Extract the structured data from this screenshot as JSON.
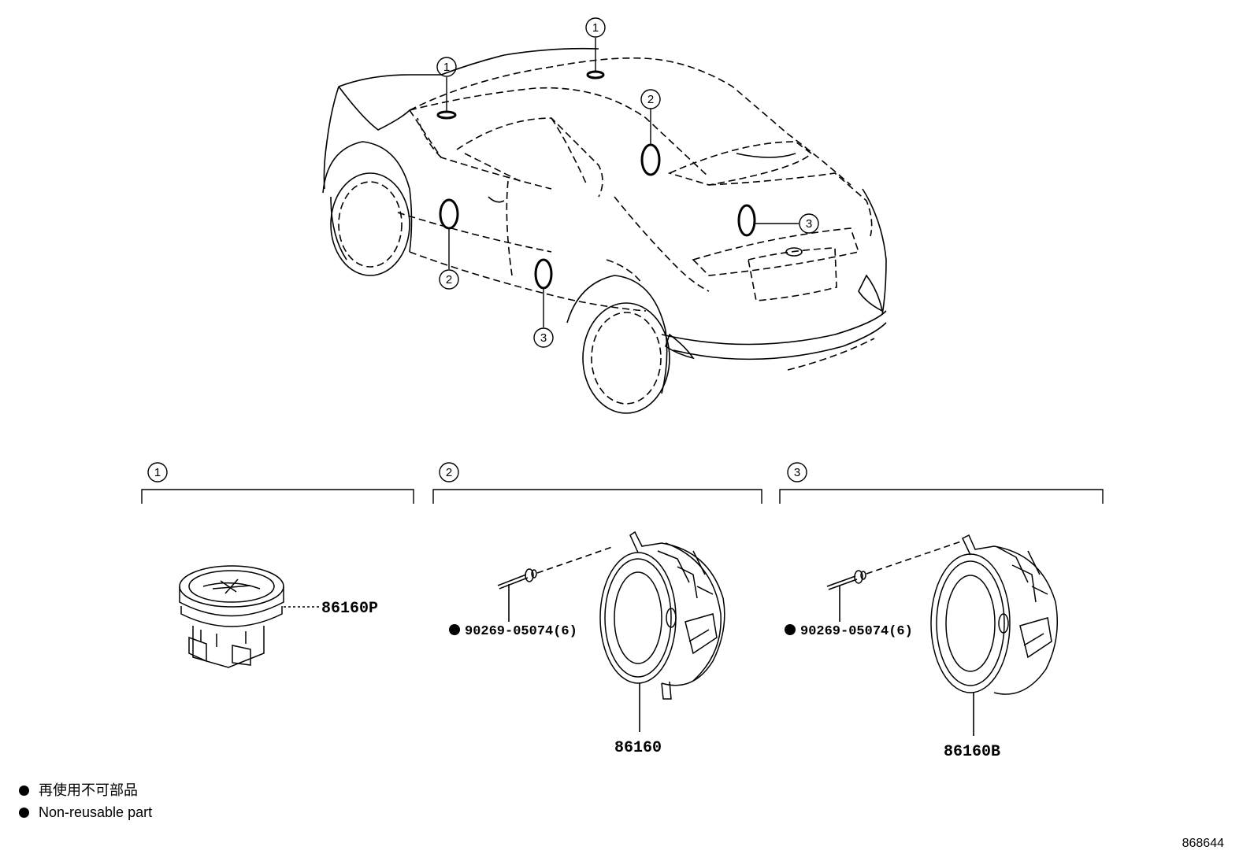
{
  "callouts": {
    "c1": "1",
    "c2": "2",
    "c3": "3"
  },
  "groups": [
    {
      "number": "1"
    },
    {
      "number": "2"
    },
    {
      "number": "3"
    }
  ],
  "parts": {
    "tweeter": "86160P",
    "front_speaker": "86160",
    "rear_speaker": "86160B",
    "rivet_front": "90269-05074(6)",
    "rivet_rear": "90269-05074(6)"
  },
  "legend": {
    "line_jp": "再使用不可部品",
    "line_en": "Non-reusable part"
  },
  "diagram_id": "868644"
}
